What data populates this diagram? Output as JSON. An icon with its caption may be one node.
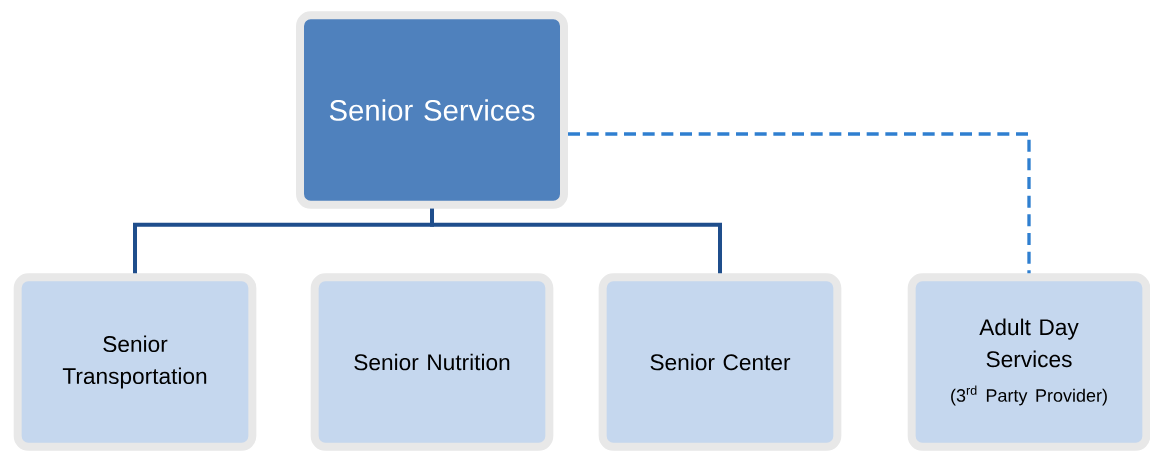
{
  "diagram": {
    "nodes": [
      {
        "text": [
          "Senior Services"
        ]
      },
      {
        "text": [
          "Senior Transportation"
        ]
      },
      {
        "text": [
          "Senior Nutrition"
        ]
      },
      {
        "text": [
          "Senior Center"
        ]
      },
      {
        "text": [
          "Adult Day Services",
          "(3$^{rd}$ Party Provider)"
        ]
      }
    ],
    "edges": [
      {
        "from": 0,
        "to": 1,
        "arrow": "none"
      },
      {
        "from": 0,
        "to": 3,
        "arrow": "none"
      },
      {
        "from": 0,
        "to": 4,
        "arrow": "none",
        "style": "dashed",
        "color": "#2f7fd0"
      }
    ]
  }
}
